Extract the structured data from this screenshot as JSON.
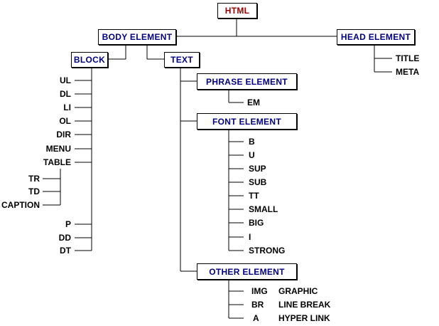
{
  "colors": {
    "root": "#990000",
    "node": "#000080",
    "leaf": "#000000"
  },
  "root": "HTML",
  "nodes": {
    "body": "BODY ELEMENT",
    "head": "HEAD ELEMENT",
    "block": "BLOCK",
    "text": "TEXT",
    "phrase": "PHRASE ELEMENT",
    "font": "FONT ELEMENT",
    "other": "OTHER ELEMENT"
  },
  "head_items": [
    "TITLE",
    "META"
  ],
  "block_items": [
    "UL",
    "DL",
    "LI",
    "OL",
    "DIR",
    "MENU",
    "TABLE",
    "P",
    "DD",
    "DT"
  ],
  "table_items": [
    "TR",
    "TD",
    "CAPTION"
  ],
  "phrase_items": [
    "EM"
  ],
  "font_items": [
    "B",
    "U",
    "SUP",
    "SUB",
    "TT",
    "SMALL",
    "BIG",
    "I",
    "STRONG"
  ],
  "other_items": [
    {
      "tag": "IMG",
      "desc": "GRAPHIC"
    },
    {
      "tag": "BR",
      "desc": "LINE BREAK"
    },
    {
      "tag": "A",
      "desc": "HYPER LINK"
    }
  ]
}
